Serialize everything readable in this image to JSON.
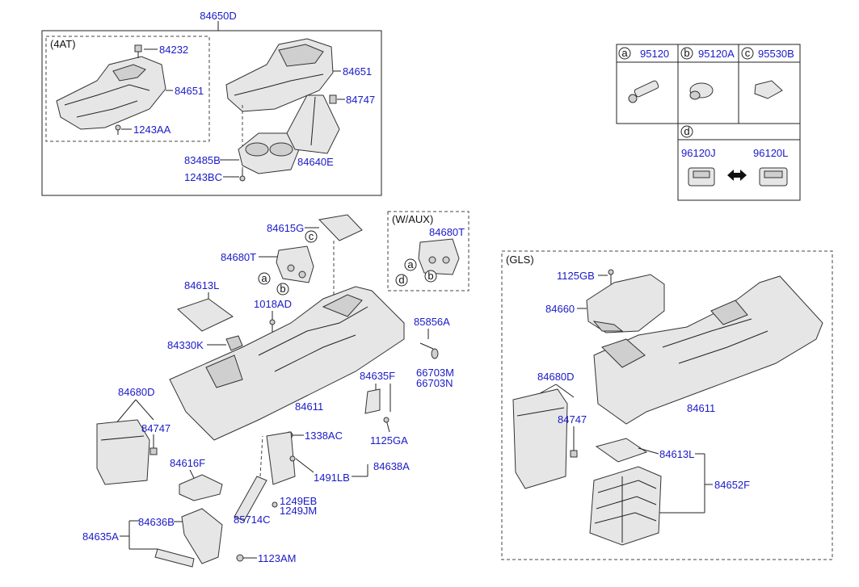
{
  "labels": {
    "top_group": "84650D",
    "at4": "(4AT)",
    "p84232": "84232",
    "p84651a": "84651",
    "p1243AA": "1243AA",
    "p84651b": "84651",
    "p84747a": "84747",
    "p83485B": "83485B",
    "p1243BC": "1243BC",
    "p84640E": "84640E",
    "p84615G": "84615G",
    "p84680Ta": "84680T",
    "p84613La": "84613L",
    "p1018AD": "1018AD",
    "p84330K": "84330K",
    "p84611a": "84611",
    "p84680Da": "84680D",
    "p84747b": "84747",
    "p84616F": "84616F",
    "p1338AC": "1338AC",
    "p1491LB": "1491LB",
    "p84638A": "84638A",
    "p85714C": "85714C",
    "p1249EB": "1249EB",
    "p1249JM": "1249JM",
    "p84636B": "84636B",
    "p84635A": "84635A",
    "p1123AM": "1123AM",
    "p84635F": "84635F",
    "p1125GA": "1125GA",
    "p85856A": "85856A",
    "p66703M": "66703M",
    "p66703N": "66703N",
    "waux": "(W/AUX)",
    "p84680Tb": "84680T",
    "gls": "(GLS)",
    "p1125GB": "1125GB",
    "p84660": "84660",
    "p84680Db": "84680D",
    "p84747c": "84747",
    "p84611b": "84611",
    "p84613Lb": "84613L",
    "p84652F": "84652F"
  },
  "callouts": {
    "a": "a",
    "b": "b",
    "c": "c",
    "d": "d"
  },
  "legend": {
    "a_label": "a",
    "a_part": "95120",
    "b_label": "b",
    "b_part": "95120A",
    "c_label": "c",
    "c_part": "95530B",
    "d_label": "d",
    "d_part1": "96120J",
    "d_part2": "96120L"
  }
}
